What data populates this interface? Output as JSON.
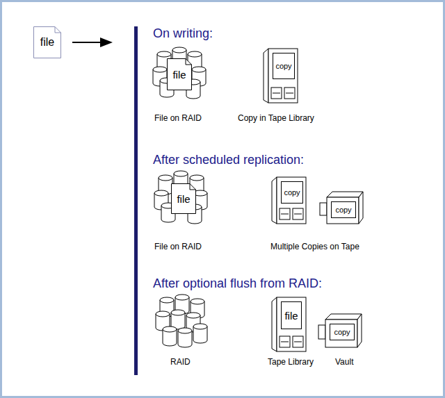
{
  "diagram": {
    "nodes": [
      {
        "text": [
          "file"
        ]
      },
      {
        "text": [
          "file"
        ]
      },
      {
        "text": [
          "copy"
        ]
      },
      {
        "text": [
          "file"
        ]
      },
      {
        "text": [
          "copy"
        ]
      },
      {
        "text": [
          "copy"
        ]
      },
      {
        "text": [
          "file"
        ]
      },
      {
        "text": [
          "copy"
        ]
      }
    ],
    "labels": [
      "On writing:",
      "File on RAID",
      "Copy in Tape Library",
      "After scheduled replication:",
      "File on RAID",
      "Multiple Copies on Tape",
      "After optional flush from RAID:",
      "RAID",
      "Tape Library",
      "Vault"
    ]
  }
}
